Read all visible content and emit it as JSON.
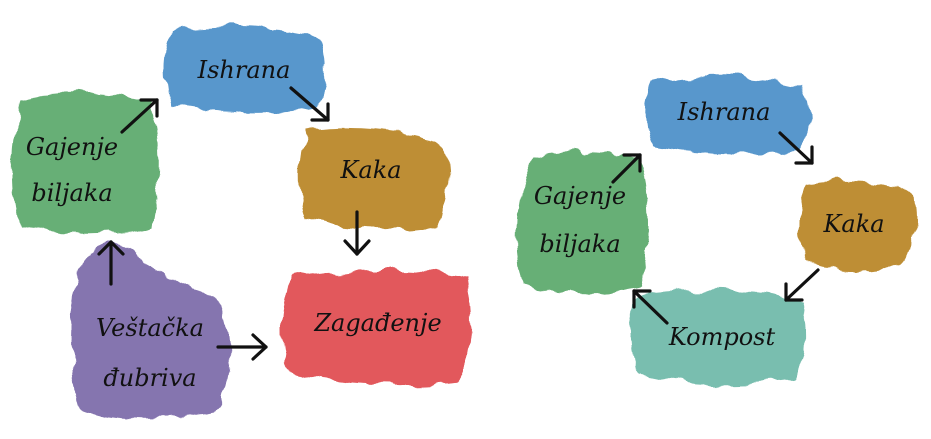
{
  "colors": {
    "green": "#5aa86a",
    "blue": "#4a8ec8",
    "brown": "#b98424",
    "red": "#e0494e",
    "purple": "#7b68a8",
    "teal": "#6cb9a8",
    "ink": "#111111"
  },
  "left_cycle": {
    "gajenje_line1": "Gajenje",
    "gajenje_line2": "biljaka",
    "ishrana": "Ishrana",
    "kaka": "Kaka",
    "zagadjenje": "Zagađenje",
    "vestacka_line1": "Veštačka",
    "vestacka_line2": "đubriva"
  },
  "right_cycle": {
    "ishrana": "Ishrana",
    "kaka": "Kaka",
    "kompost": "Kompost",
    "gajenje_line1": "Gajenje",
    "gajenje_line2": "biljaka"
  }
}
